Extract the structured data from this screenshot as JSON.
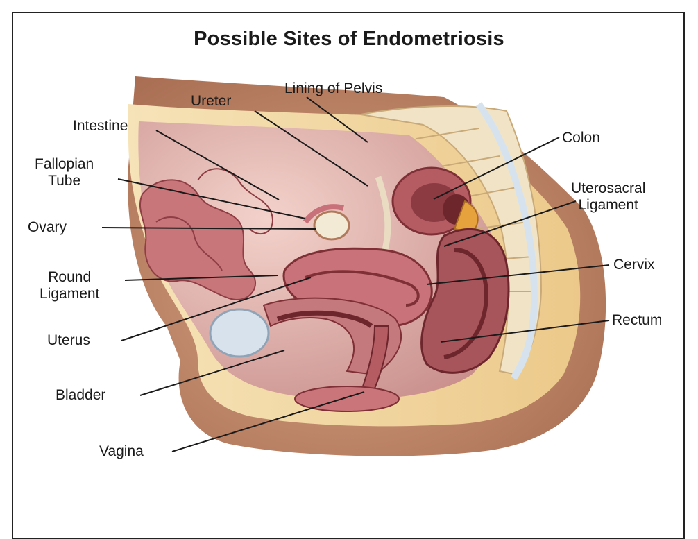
{
  "title": "Possible Sites of Endometriosis",
  "labels": {
    "lining_of_pelvis": "Lining of Pelvis",
    "ureter": "Ureter",
    "intestine": "Intestine",
    "fallopian_tube": "Fallopian\nTube",
    "ovary": "Ovary",
    "round_ligament": "Round\nLigament",
    "uterus": "Uterus",
    "bladder": "Bladder",
    "vagina": "Vagina",
    "colon": "Colon",
    "uterosacral_ligament": "Uterosacral\nLigament",
    "cervix": "Cervix",
    "rectum": "Rectum"
  },
  "colors": {
    "skin": "#c08a6a",
    "tissue_light": "#f6e1c8",
    "fat": "#f2d9a0",
    "organ": "#b8646a",
    "organ_dark": "#7e3036",
    "cavity": "#e7b9b3",
    "bone": "#f2e6cc",
    "bladder": "#d8e2ec",
    "leader_line": "#1a1a1a"
  }
}
